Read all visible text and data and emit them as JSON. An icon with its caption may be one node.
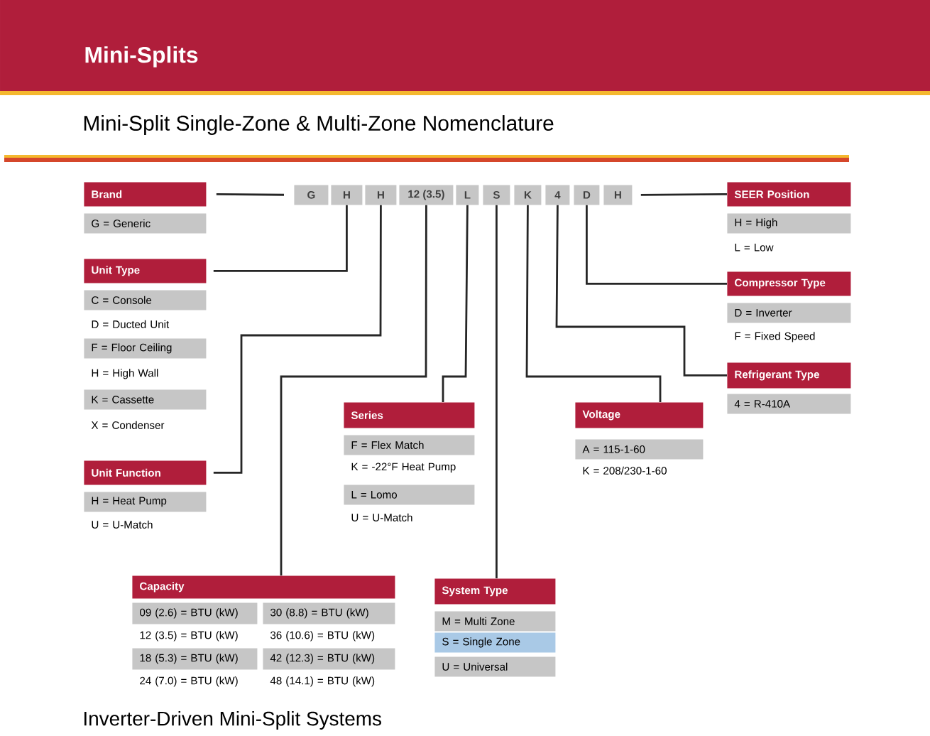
{
  "diagram": {
    "title": "Mini-Splits",
    "nodes": [
      {
        "text": [
          "G"
        ]
      },
      {
        "text": [
          "H"
        ]
      },
      {
        "text": [
          "H"
        ]
      },
      {
        "text": [
          "12 (3.5)"
        ]
      },
      {
        "text": [
          "L"
        ]
      },
      {
        "text": [
          "S"
        ]
      },
      {
        "text": [
          "K"
        ]
      },
      {
        "text": [
          "4"
        ]
      },
      {
        "text": [
          "D"
        ]
      },
      {
        "text": [
          "H"
        ]
      },
      {
        "text": [
          "Brand"
        ],
        "beside": [
          "G = Generic"
        ]
      },
      {
        "text": [
          "Unit Type"
        ],
        "beside": [
          "C = Console",
          "D = Ducted Unit",
          "F = Floor Ceiling",
          "H = High Wall",
          "K = Cassette",
          "X = Condenser"
        ]
      },
      {
        "text": [
          "Unit Function"
        ],
        "beside": [
          "H = Heat Pump",
          "U = U-Match"
        ]
      },
      {
        "text": [
          "Series"
        ],
        "beside": [
          "F = Flex Match",
          "K = -22°F Heat Pump",
          "L = Lomo",
          "U = U-Match"
        ]
      },
      {
        "text": [
          "Voltage"
        ],
        "beside": [
          "A = 115-1-60",
          "K = 208/230-1-60"
        ]
      },
      {
        "text": [
          "SEER Position"
        ],
        "beside": [
          "H = High",
          "L = Low"
        ]
      },
      {
        "text": [
          "Compressor Type"
        ],
        "beside": [
          "D = Inverter",
          "F = Fixed Speed"
        ]
      },
      {
        "text": [
          "Refrigerant Type"
        ],
        "beside": [
          "4 = R-410A"
        ]
      },
      {
        "text": [
          "Capacity"
        ],
        "beside": [
          "09 (2.6) = BTU (kW)",
          "30 (8.8) = BTU (kW)",
          "12 (3.5) = BTU (kW)",
          "36 (10.6) = BTU (kW)",
          "18 (5.3) = BTU (kW)",
          "42 (12.3) = BTU (kW)",
          "24 (7.0) = BTU (kW)",
          "48 (14.1) = BTU (kW)"
        ]
      },
      {
        "text": [
          "System Type"
        ],
        "beside": [
          "M = Multi Zone",
          "S = Single Zone",
          "U = Universal"
        ]
      }
    ],
    "edges": [
      {
        "from": 0,
        "to": 10,
        "arrow": "none"
      },
      {
        "from": 1,
        "to": 11,
        "arrow": "none"
      },
      {
        "from": 2,
        "to": 12,
        "arrow": "none"
      },
      {
        "from": 3,
        "to": 18,
        "arrow": "none"
      },
      {
        "from": 4,
        "to": 13,
        "arrow": "none"
      },
      {
        "from": 5,
        "to": 19,
        "arrow": "none"
      },
      {
        "from": 6,
        "to": 14,
        "arrow": "none"
      },
      {
        "from": 7,
        "to": 17,
        "arrow": "none"
      },
      {
        "from": 8,
        "to": 16,
        "arrow": "none"
      },
      {
        "from": 9,
        "to": 15,
        "arrow": "none"
      }
    ],
    "labels": [
      "Mini-Split Single-Zone & Multi-Zone Nomenclature",
      "Inverter-Driven Mini-Split Systems"
    ]
  }
}
